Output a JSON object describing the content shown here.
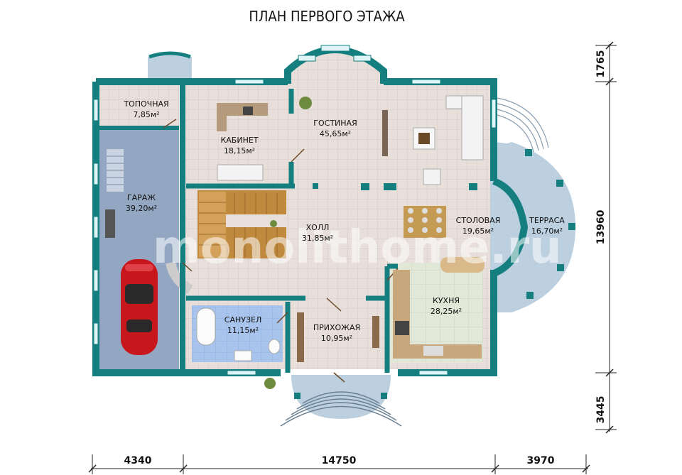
{
  "title": "ПЛАН ПЕРВОГО ЭТАЖА",
  "watermark": "monolithome.ru",
  "colors": {
    "wall": "#157f80",
    "floor_tile": "#e6ddd8",
    "garage": "#93a7c3",
    "terrace": "#bcd0e0",
    "stairs": "#c08a3e",
    "kitchen": "#dfe6d6",
    "bathroom": "#a9c4ec"
  },
  "rooms": [
    {
      "key": "topochnaya",
      "name": "ТОПОЧНАЯ",
      "area": "7,85м²"
    },
    {
      "key": "kabinet",
      "name": "КАБИНЕТ",
      "area": "18,15м²"
    },
    {
      "key": "gostinaya",
      "name": "ГОСТИНАЯ",
      "area": "45,65м²"
    },
    {
      "key": "garazh",
      "name": "ГАРАЖ",
      "area": "39,20м²"
    },
    {
      "key": "holl",
      "name": "ХОЛЛ",
      "area": "31,85м²"
    },
    {
      "key": "stolovaya",
      "name": "СТОЛОВАЯ",
      "area": "19,65м²"
    },
    {
      "key": "terrasa",
      "name": "ТЕРРАСА",
      "area": "16,70м²"
    },
    {
      "key": "sanuzel",
      "name": "САНУЗЕЛ",
      "area": "11,15м²"
    },
    {
      "key": "prihozhaya",
      "name": "ПРИХОЖАЯ",
      "area": "10,95м²"
    },
    {
      "key": "kuhnya",
      "name": "КУХНЯ",
      "area": "28,25м²"
    }
  ],
  "dimensions": {
    "bottom": [
      "4340",
      "14750",
      "3970"
    ],
    "right": [
      "1765",
      "13960",
      "3445"
    ]
  }
}
